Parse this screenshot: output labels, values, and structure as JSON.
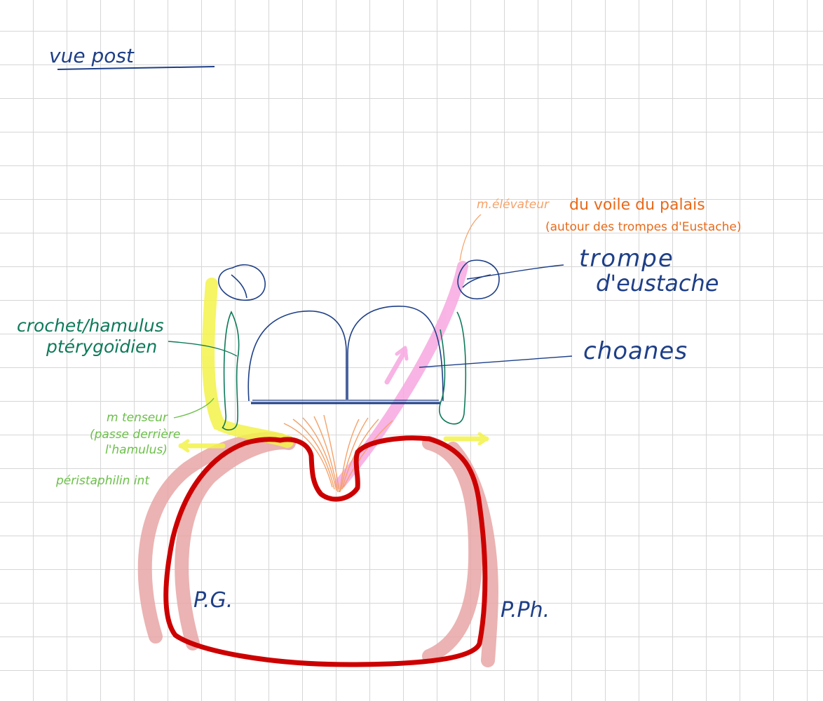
{
  "title": "vue post",
  "labels": {
    "elevateur_prefix": "m.élévateur",
    "elevateur_main": "du voile du palais",
    "elevateur_note": "(autour des trompes d'Eustache)",
    "trompe_line1": "trompe",
    "trompe_line2": "d'eustache",
    "crochet_line1": "crochet/hamulus",
    "crochet_line2": "ptérygoïdien",
    "choanes": "choanes",
    "tenseur_line1": "m tenseur",
    "tenseur_line2": "(passe derrière",
    "tenseur_line3": "l'hamulus)",
    "peristaphilin": "péristaphilin int",
    "pg": "P.G.",
    "pph": "P.Ph."
  },
  "colors": {
    "ink_blue": "#1e3f87",
    "ink_orange": "#e86a1a",
    "ink_orange_light": "#f4a26a",
    "ink_green": "#0e7a5a",
    "ink_light_green": "#6cc04a",
    "highlight_yellow": "#f3f34a",
    "highlight_pink": "#f7a8e0",
    "muscle_pink": "#e8a6a6",
    "palate_red": "#cc0000",
    "grid": "#d6d6d6"
  }
}
